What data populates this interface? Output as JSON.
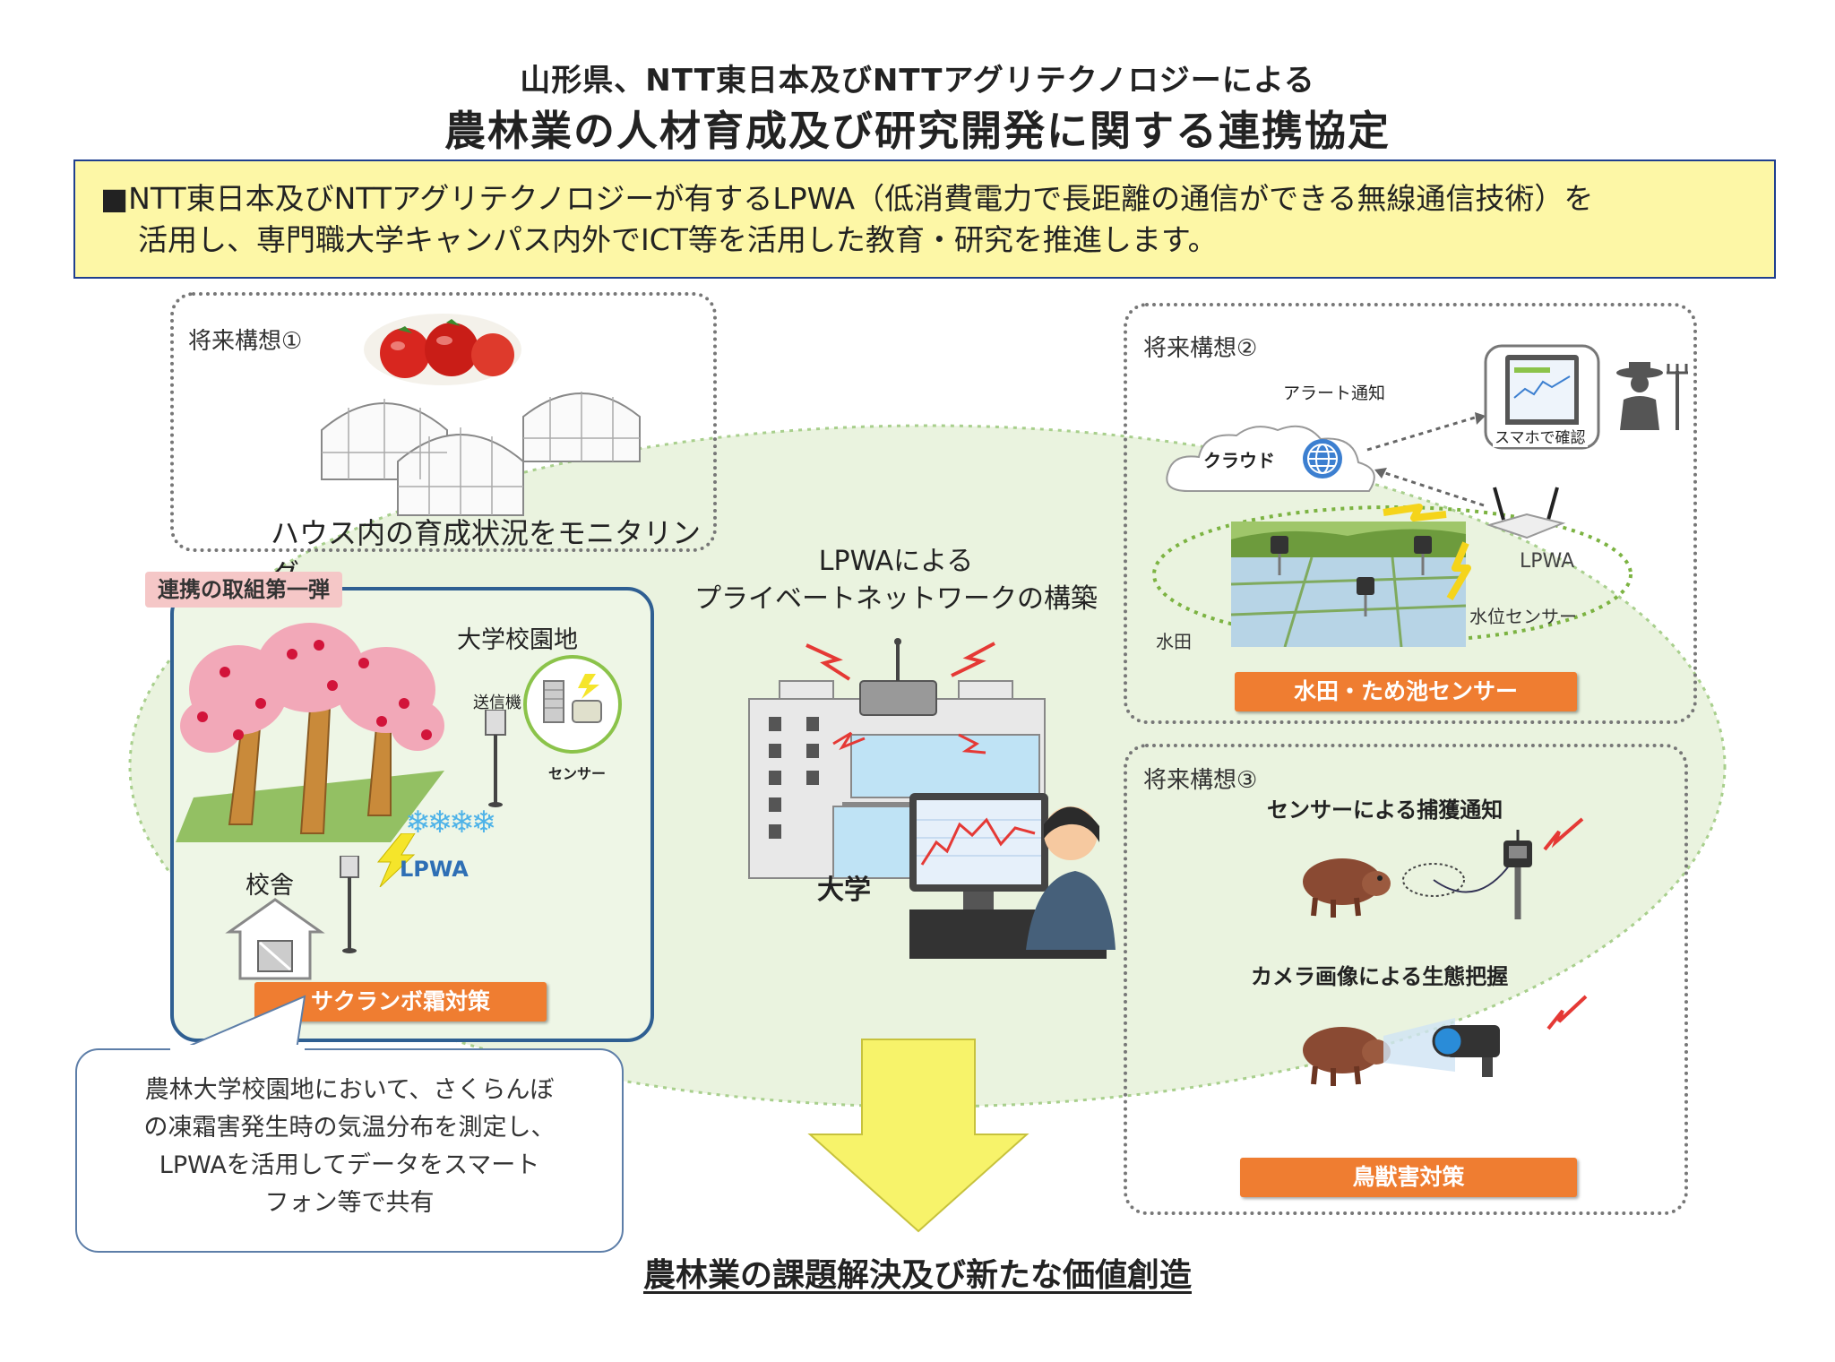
{
  "header": {
    "subtitle": "山形県、NTT東日本及びNTTアグリテクノロジーによる",
    "title": "農林業の人材育成及び研究開発に関する連携協定"
  },
  "summary": {
    "line1": "■NTT東日本及びNTTアグリテクノロジーが有するLPWA（低消費電力で長距離の通信ができる無線通信技術）を",
    "line2": "活用し、専門職大学キャンパス内外でICT等を活用した教育・研究を推進します。"
  },
  "future1": {
    "label": "将来構想①",
    "caption": "ハウス内の育成状況をモニタリング"
  },
  "first_initiative": {
    "badge": "連携の取組第一弾",
    "orchard_label": "大学校園地",
    "transmitter_label": "送信機",
    "sensor_label": "センサー",
    "lpwa_label": "LPWA",
    "school_label": "校舎",
    "button": "サクランボ霜対策"
  },
  "center": {
    "network_line1": "LPWAによる",
    "network_line2": "プライベートネットワークの構築",
    "university_label": "大学"
  },
  "future2": {
    "label": "将来構想②",
    "alert_label": "アラート通知",
    "cloud_label": "クラウド",
    "phone_label": "スマホで確認",
    "lpwa_label": "LPWA",
    "water_sensor_label": "水位センサー",
    "paddy_label": "水田",
    "button": "水田・ため池センサー"
  },
  "future3": {
    "label": "将来構想③",
    "capture_label": "センサーによる捕獲通知",
    "camera_label": "カメラ画像による生態把握",
    "button": "鳥獣害対策"
  },
  "callout": {
    "line1": "農林大学校園地において、さくらんぼ",
    "line2": "の凍霜害発生時の気温分布を測定し、",
    "line3": "LPWAを活用してデータをスマート",
    "line4": "フォン等で共有"
  },
  "conclusion": "農林業の課題解決及び新たな価値創造",
  "colors": {
    "summary_bg": "#fdf7a6",
    "summary_border": "#1f3f8f",
    "orange": "#ef7d31",
    "badge_pink": "#f5c7c7",
    "ellipse_fill": "#eaf3df",
    "arrow": "#f7f36a",
    "lpwa_blue": "#2e6fb5"
  }
}
